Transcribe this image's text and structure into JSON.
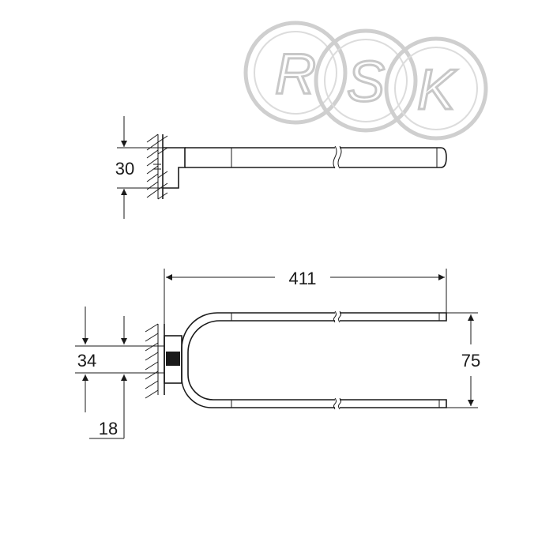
{
  "watermark": {
    "letters": [
      "R",
      "S",
      "K"
    ],
    "color": "#c8c8c8"
  },
  "top_view": {
    "height_label": "30"
  },
  "front_view": {
    "length_label": "411",
    "spacing_label": "75",
    "mount_label": "34",
    "offset_label": "18"
  },
  "colors": {
    "line": "#1a1a1a",
    "background": "#ffffff"
  }
}
